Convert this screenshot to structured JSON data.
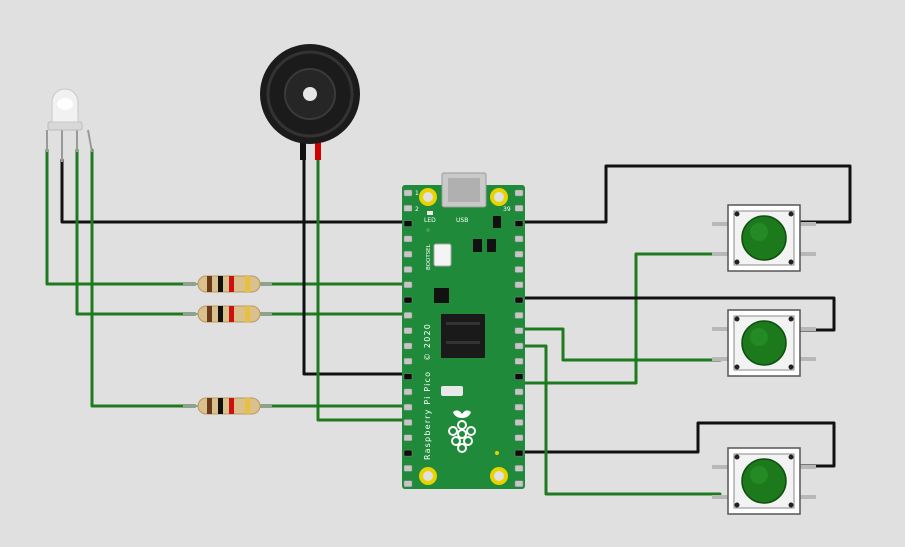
{
  "colors": {
    "background": "#e0e0e0",
    "wire_green": "#1e7a1e",
    "wire_black": "#111111",
    "wire_red": "#d00000",
    "board": "#1f8a3a",
    "button_cap": "#1c7a1c"
  },
  "board": {
    "name": "Raspberry Pi Pico",
    "year": "2020",
    "label_led": "LED",
    "label_usb": "USB",
    "label_bootsel": "BOOTSEL",
    "pin1": "1",
    "pin2": "2",
    "pin39": "39",
    "logo_icon": "raspberry-logo-icon"
  },
  "components": {
    "led": "rgb-led",
    "buzzer": "piezo-buzzer",
    "resistors": [
      "resistor",
      "resistor",
      "resistor"
    ],
    "buttons": [
      "pushbutton",
      "pushbutton",
      "pushbutton"
    ]
  }
}
